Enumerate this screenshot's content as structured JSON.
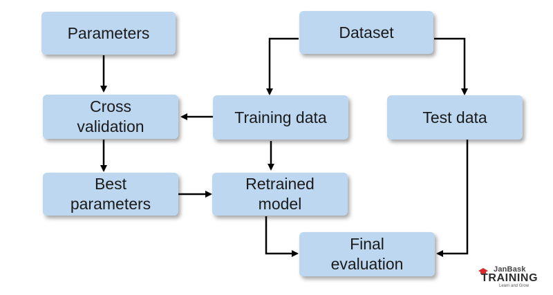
{
  "nodes": {
    "parameters": "Parameters",
    "dataset": "Dataset",
    "cross_validation": [
      "Cross",
      "validation"
    ],
    "training_data": "Training data",
    "test_data": "Test data",
    "best_parameters": [
      "Best",
      "parameters"
    ],
    "retrained_model": [
      "Retrained",
      "model"
    ],
    "final_evaluation": [
      "Final",
      "evaluation"
    ]
  },
  "logo": {
    "top": "JanBask",
    "main": "TRAINING",
    "sub": "Learn and Grow"
  },
  "colors": {
    "box_fill": "#bcd7ef",
    "arrow": "#000000",
    "logo_accent": "#d92b2b"
  }
}
